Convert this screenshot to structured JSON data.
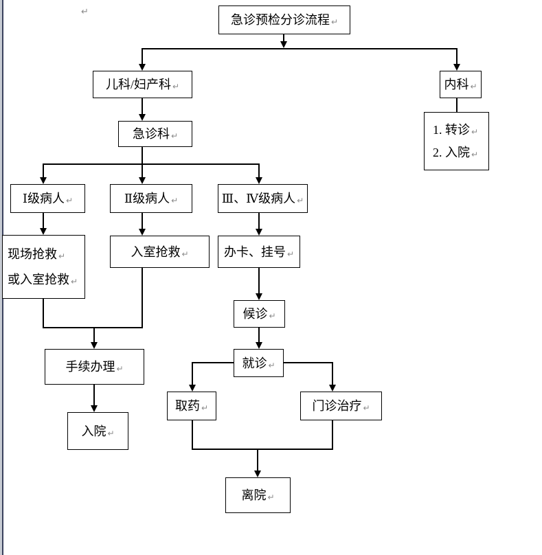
{
  "page": {
    "background": "#ffffff",
    "line_color": "#000000",
    "page_edge_light": "#c8ccd4",
    "page_edge_dark": "#39405c",
    "pilcrow_mark": "↵"
  },
  "nodes": {
    "title": {
      "label": "急诊预检分诊流程"
    },
    "pediatrics_obstetrics": {
      "label": "儿科/妇产科"
    },
    "internal_medicine": {
      "label": "内科"
    },
    "internal_medicine_options": {
      "item1": "1. 转诊",
      "item2": "2. 入院"
    },
    "emergency_dept": {
      "label": "急诊科"
    },
    "level1_patients": {
      "label": "Ⅰ级病人"
    },
    "level2_patients": {
      "label": "Ⅱ级病人"
    },
    "level34_patients": {
      "label": "Ⅲ、Ⅳ级病人"
    },
    "onsite_rescue": {
      "line1": "现场抢救",
      "line2": "或入室抢救"
    },
    "room_rescue": {
      "label": "入室抢救"
    },
    "card_register": {
      "label": "办卡、挂号"
    },
    "waiting": {
      "label": "候诊"
    },
    "consult": {
      "label": "就诊"
    },
    "procedure_handling": {
      "label": "手续办理"
    },
    "admission": {
      "label": "入院"
    },
    "get_medicine": {
      "label": "取药"
    },
    "outpatient_treatment": {
      "label": "门诊治疗"
    },
    "leave_hospital": {
      "label": "离院"
    }
  }
}
